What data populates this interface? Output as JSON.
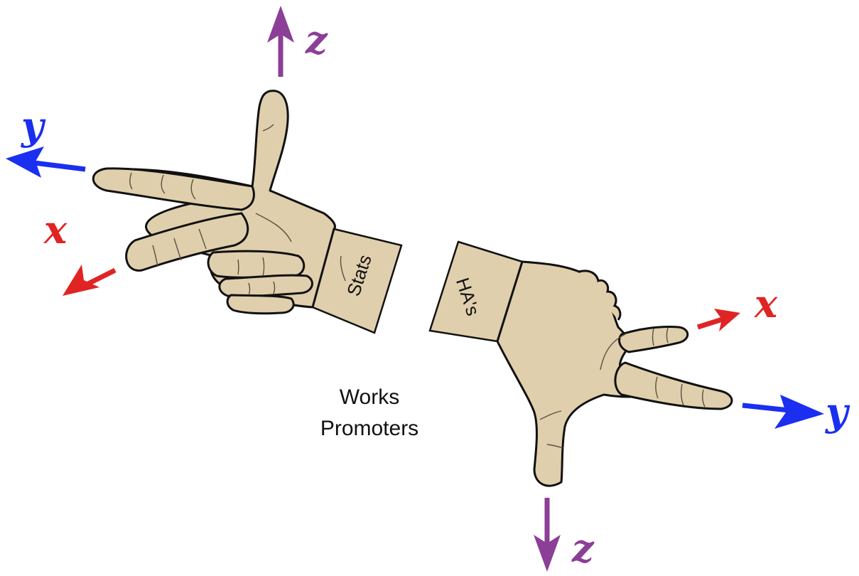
{
  "colors": {
    "z_axis": "#8b3f96",
    "y_axis": "#1a2ff0",
    "x_axis": "#e02424",
    "skin": "#e0cfac",
    "outline": "#111111",
    "crease": "#5a5040"
  },
  "left_hand": {
    "wrist_label": "Stats",
    "axes": {
      "z": "z",
      "y": "y",
      "x": "x"
    }
  },
  "right_hand": {
    "wrist_label": "HA's",
    "axes": {
      "z": "z",
      "y": "y",
      "x": "x"
    }
  },
  "caption": {
    "line1": "Works",
    "line2": "Promoters"
  }
}
